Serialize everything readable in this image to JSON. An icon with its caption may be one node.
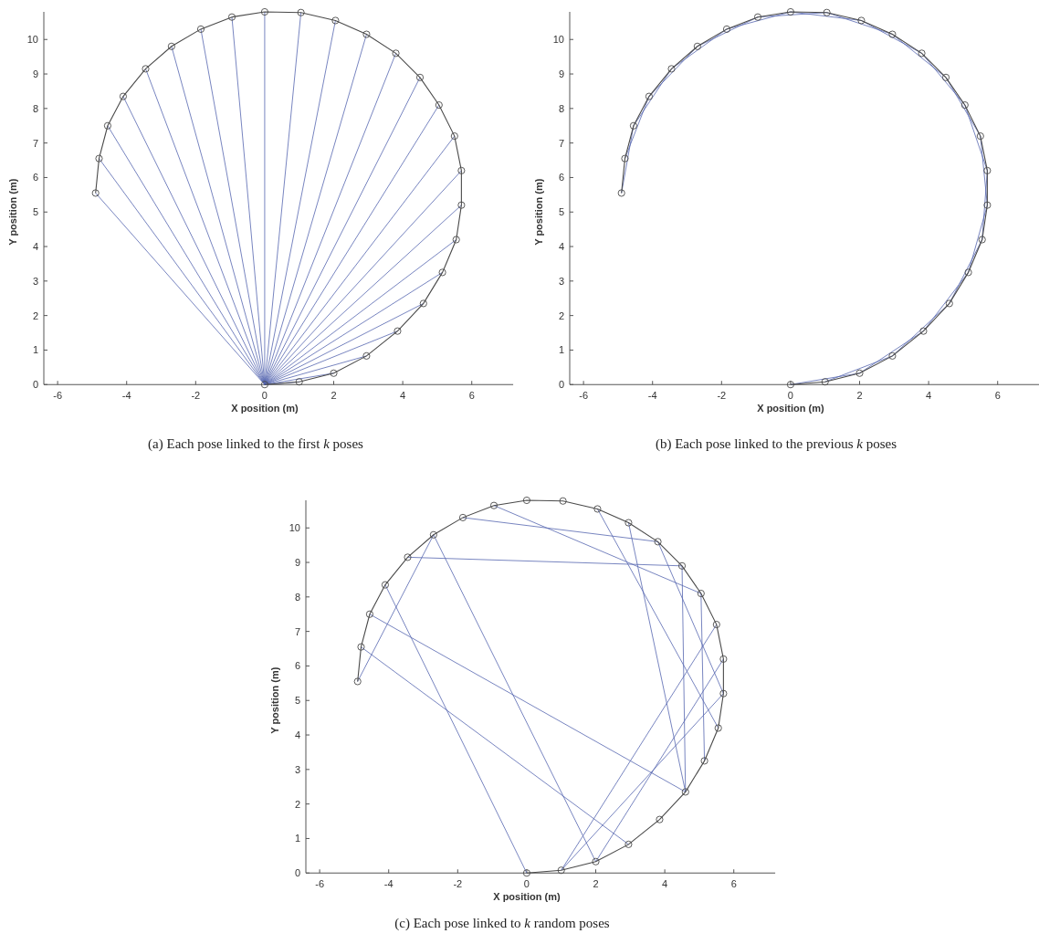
{
  "diagram": {
    "labels": [
      "(a) Each pose linked to the first *k* poses",
      "(b) Each pose linked to the previous *k* poses",
      "(c) Each pose linked to *k* random poses"
    ],
    "chart_data": [
      {
        "type": "line",
        "xlabel": "X position (m)",
        "ylabel": "Y position (m)",
        "xlim": [
          -6.4,
          7.2
        ],
        "ylim": [
          0,
          10.8
        ],
        "xticks": [
          -6,
          -4,
          -2,
          0,
          2,
          4,
          6
        ],
        "yticks": [
          0,
          1,
          2,
          3,
          4,
          5,
          6,
          7,
          8,
          9,
          10
        ],
        "x": [
          0,
          1,
          2,
          2.95,
          3.85,
          4.6,
          5.15,
          5.55,
          5.7,
          5.7,
          5.5,
          5.05,
          4.5,
          3.8,
          2.95,
          2.05,
          1.05,
          0,
          -0.95,
          -1.85,
          -2.7,
          -3.45,
          -4.1,
          -4.55,
          -4.8,
          -4.9
        ],
        "series": [
          {
            "color": "#4a4a4a",
            "marker": "circle",
            "values": [
              0,
              0.08,
              0.33,
              0.83,
              1.55,
              2.35,
              3.25,
              4.2,
              5.2,
              6.2,
              7.2,
              8.1,
              8.9,
              9.6,
              10.15,
              10.55,
              10.78,
              10.8,
              10.65,
              10.3,
              9.8,
              9.15,
              8.35,
              7.5,
              6.55,
              5.55
            ]
          },
          {
            "color": "#5566b0",
            "values": [
              0,
              0.08,
              null,
              null,
              null,
              null,
              null,
              null,
              null,
              null,
              null,
              null,
              null,
              null,
              null,
              null,
              null,
              null,
              null,
              null,
              null,
              null,
              null,
              null,
              null,
              null
            ]
          },
          {
            "color": "#5566b0",
            "values": [
              0,
              null,
              0.33,
              null,
              null,
              null,
              null,
              null,
              null,
              null,
              null,
              null,
              null,
              null,
              null,
              null,
              null,
              null,
              null,
              null,
              null,
              null,
              null,
              null,
              null,
              null
            ]
          },
          {
            "color": "#5566b0",
            "values": [
              0,
              null,
              null,
              0.83,
              null,
              null,
              null,
              null,
              null,
              null,
              null,
              null,
              null,
              null,
              null,
              null,
              null,
              null,
              null,
              null,
              null,
              null,
              null,
              null,
              null,
              null
            ]
          },
          {
            "color": "#5566b0",
            "values": [
              0,
              null,
              null,
              null,
              1.55,
              null,
              null,
              null,
              null,
              null,
              null,
              null,
              null,
              null,
              null,
              null,
              null,
              null,
              null,
              null,
              null,
              null,
              null,
              null,
              null,
              null
            ]
          },
          {
            "color": "#5566b0",
            "values": [
              0,
              null,
              null,
              null,
              null,
              2.35,
              null,
              null,
              null,
              null,
              null,
              null,
              null,
              null,
              null,
              null,
              null,
              null,
              null,
              null,
              null,
              null,
              null,
              null,
              null,
              null
            ]
          },
          {
            "color": "#5566b0",
            "values": [
              0,
              null,
              null,
              null,
              null,
              null,
              3.25,
              null,
              null,
              null,
              null,
              null,
              null,
              null,
              null,
              null,
              null,
              null,
              null,
              null,
              null,
              null,
              null,
              null,
              null,
              null
            ]
          },
          {
            "color": "#5566b0",
            "values": [
              0,
              null,
              null,
              null,
              null,
              null,
              null,
              4.2,
              null,
              null,
              null,
              null,
              null,
              null,
              null,
              null,
              null,
              null,
              null,
              null,
              null,
              null,
              null,
              null,
              null,
              null
            ]
          },
          {
            "color": "#5566b0",
            "values": [
              0,
              null,
              null,
              null,
              null,
              null,
              null,
              null,
              5.2,
              null,
              null,
              null,
              null,
              null,
              null,
              null,
              null,
              null,
              null,
              null,
              null,
              null,
              null,
              null,
              null,
              null
            ]
          },
          {
            "color": "#5566b0",
            "values": [
              0,
              null,
              null,
              null,
              null,
              null,
              null,
              null,
              null,
              6.2,
              null,
              null,
              null,
              null,
              null,
              null,
              null,
              null,
              null,
              null,
              null,
              null,
              null,
              null,
              null,
              null
            ]
          },
          {
            "color": "#5566b0",
            "values": [
              0,
              null,
              null,
              null,
              null,
              null,
              null,
              null,
              null,
              null,
              7.2,
              null,
              null,
              null,
              null,
              null,
              null,
              null,
              null,
              null,
              null,
              null,
              null,
              null,
              null,
              null
            ]
          },
          {
            "color": "#5566b0",
            "values": [
              0,
              null,
              null,
              null,
              null,
              null,
              null,
              null,
              null,
              null,
              null,
              8.1,
              null,
              null,
              null,
              null,
              null,
              null,
              null,
              null,
              null,
              null,
              null,
              null,
              null,
              null
            ]
          },
          {
            "color": "#5566b0",
            "values": [
              0,
              null,
              null,
              null,
              null,
              null,
              null,
              null,
              null,
              null,
              null,
              null,
              8.9,
              null,
              null,
              null,
              null,
              null,
              null,
              null,
              null,
              null,
              null,
              null,
              null,
              null
            ]
          },
          {
            "color": "#5566b0",
            "values": [
              0,
              null,
              null,
              null,
              null,
              null,
              null,
              null,
              null,
              null,
              null,
              null,
              null,
              9.6,
              null,
              null,
              null,
              null,
              null,
              null,
              null,
              null,
              null,
              null,
              null,
              null
            ]
          },
          {
            "color": "#5566b0",
            "values": [
              0,
              null,
              null,
              null,
              null,
              null,
              null,
              null,
              null,
              null,
              null,
              null,
              null,
              null,
              10.15,
              null,
              null,
              null,
              null,
              null,
              null,
              null,
              null,
              null,
              null,
              null
            ]
          },
          {
            "color": "#5566b0",
            "values": [
              0,
              null,
              null,
              null,
              null,
              null,
              null,
              null,
              null,
              null,
              null,
              null,
              null,
              null,
              null,
              10.55,
              null,
              null,
              null,
              null,
              null,
              null,
              null,
              null,
              null,
              null
            ]
          },
          {
            "color": "#5566b0",
            "values": [
              0,
              null,
              null,
              null,
              null,
              null,
              null,
              null,
              null,
              null,
              null,
              null,
              null,
              null,
              null,
              null,
              10.78,
              null,
              null,
              null,
              null,
              null,
              null,
              null,
              null,
              null
            ]
          },
          {
            "color": "#5566b0",
            "values": [
              0,
              null,
              null,
              null,
              null,
              null,
              null,
              null,
              null,
              null,
              null,
              null,
              null,
              null,
              null,
              null,
              null,
              10.8,
              null,
              null,
              null,
              null,
              null,
              null,
              null,
              null
            ]
          },
          {
            "color": "#5566b0",
            "values": [
              0,
              null,
              null,
              null,
              null,
              null,
              null,
              null,
              null,
              null,
              null,
              null,
              null,
              null,
              null,
              null,
              null,
              null,
              10.65,
              null,
              null,
              null,
              null,
              null,
              null,
              null
            ]
          },
          {
            "color": "#5566b0",
            "values": [
              0,
              null,
              null,
              null,
              null,
              null,
              null,
              null,
              null,
              null,
              null,
              null,
              null,
              null,
              null,
              null,
              null,
              null,
              null,
              10.3,
              null,
              null,
              null,
              null,
              null,
              null
            ]
          },
          {
            "color": "#5566b0",
            "values": [
              0,
              null,
              null,
              null,
              null,
              null,
              null,
              null,
              null,
              null,
              null,
              null,
              null,
              null,
              null,
              null,
              null,
              null,
              null,
              null,
              9.8,
              null,
              null,
              null,
              null,
              null
            ]
          },
          {
            "color": "#5566b0",
            "values": [
              0,
              null,
              null,
              null,
              null,
              null,
              null,
              null,
              null,
              null,
              null,
              null,
              null,
              null,
              null,
              null,
              null,
              null,
              null,
              null,
              null,
              9.15,
              null,
              null,
              null,
              null
            ]
          },
          {
            "color": "#5566b0",
            "values": [
              0,
              null,
              null,
              null,
              null,
              null,
              null,
              null,
              null,
              null,
              null,
              null,
              null,
              null,
              null,
              null,
              null,
              null,
              null,
              null,
              null,
              null,
              8.35,
              null,
              null,
              null
            ]
          },
          {
            "color": "#5566b0",
            "values": [
              0,
              null,
              null,
              null,
              null,
              null,
              null,
              null,
              null,
              null,
              null,
              null,
              null,
              null,
              null,
              null,
              null,
              null,
              null,
              null,
              null,
              null,
              null,
              7.5,
              null,
              null
            ]
          },
          {
            "color": "#5566b0",
            "values": [
              0,
              null,
              null,
              null,
              null,
              null,
              null,
              null,
              null,
              null,
              null,
              null,
              null,
              null,
              null,
              null,
              null,
              null,
              null,
              null,
              null,
              null,
              null,
              null,
              6.55,
              null
            ]
          },
          {
            "color": "#5566b0",
            "values": [
              0,
              null,
              null,
              null,
              null,
              null,
              null,
              null,
              null,
              null,
              null,
              null,
              null,
              null,
              null,
              null,
              null,
              null,
              null,
              null,
              null,
              null,
              null,
              null,
              null,
              5.55
            ]
          }
        ]
      },
      {
        "type": "line",
        "xlabel": "X position (m)",
        "ylabel": "Y position (m)",
        "xlim": [
          -6.4,
          7.2
        ],
        "ylim": [
          0,
          10.8
        ],
        "xticks": [
          -6,
          -4,
          -2,
          0,
          2,
          4,
          6
        ],
        "yticks": [
          0,
          1,
          2,
          3,
          4,
          5,
          6,
          7,
          8,
          9,
          10
        ],
        "x": [
          0,
          1,
          2,
          2.95,
          3.85,
          4.6,
          5.15,
          5.55,
          5.7,
          5.7,
          5.5,
          5.05,
          4.5,
          3.8,
          2.95,
          2.05,
          1.05,
          0,
          -0.95,
          -1.85,
          -2.7,
          -3.45,
          -4.1,
          -4.55,
          -4.8,
          -4.9
        ],
        "series": [
          {
            "color": "#4a4a4a",
            "marker": "circle",
            "values": [
              0,
              0.08,
              0.33,
              0.83,
              1.55,
              2.35,
              3.25,
              4.2,
              5.2,
              6.2,
              7.2,
              8.1,
              8.9,
              9.6,
              10.15,
              10.55,
              10.78,
              10.8,
              10.65,
              10.3,
              9.8,
              9.15,
              8.35,
              7.5,
              6.55,
              5.55
            ]
          },
          {
            "color": "#5566b0",
            "values": [
              0,
              null,
              0.33,
              null,
              1.55,
              null,
              3.25,
              null,
              5.2,
              null,
              7.2,
              null,
              8.9,
              null,
              10.15,
              null,
              10.78,
              null,
              10.65,
              null,
              9.8,
              null,
              8.35,
              null,
              6.55,
              null
            ]
          },
          {
            "color": "#5566b0",
            "values": [
              null,
              0.08,
              null,
              0.83,
              null,
              2.35,
              null,
              4.2,
              null,
              6.2,
              null,
              8.1,
              null,
              9.6,
              null,
              10.55,
              null,
              10.8,
              null,
              10.3,
              null,
              9.15,
              null,
              7.5,
              null,
              5.55
            ]
          }
        ]
      },
      {
        "type": "line",
        "xlabel": "X position (m)",
        "ylabel": "Y position (m)",
        "xlim": [
          -6.4,
          7.2
        ],
        "ylim": [
          0,
          10.8
        ],
        "xticks": [
          -6,
          -4,
          -2,
          0,
          2,
          4,
          6
        ],
        "yticks": [
          0,
          1,
          2,
          3,
          4,
          5,
          6,
          7,
          8,
          9,
          10
        ],
        "x": [
          0,
          1,
          2,
          2.95,
          3.85,
          4.6,
          5.15,
          5.55,
          5.7,
          5.7,
          5.5,
          5.05,
          4.5,
          3.8,
          2.95,
          2.05,
          1.05,
          0,
          -0.95,
          -1.85,
          -2.7,
          -3.45,
          -4.1,
          -4.55,
          -4.8,
          -4.9
        ],
        "series": [
          {
            "color": "#4a4a4a",
            "marker": "circle",
            "values": [
              0,
              0.08,
              0.33,
              0.83,
              1.55,
              2.35,
              3.25,
              4.2,
              5.2,
              6.2,
              7.2,
              8.1,
              8.9,
              9.6,
              10.15,
              10.55,
              10.78,
              10.8,
              10.65,
              10.3,
              9.8,
              9.15,
              8.35,
              7.5,
              6.55,
              5.55
            ]
          },
          {
            "color": "#5566b0",
            "values": [
              null,
              null,
              null,
              null,
              null,
              null,
              null,
              null,
              null,
              null,
              null,
              null,
              null,
              null,
              null,
              null,
              null,
              null,
              null,
              null,
              9.8,
              null,
              null,
              null,
              null,
              5.55
            ]
          },
          {
            "color": "#5566b0",
            "values": [
              null,
              null,
              null,
              0.83,
              null,
              null,
              null,
              null,
              null,
              null,
              null,
              null,
              null,
              null,
              null,
              null,
              null,
              null,
              null,
              null,
              null,
              null,
              null,
              null,
              6.55,
              null
            ]
          },
          {
            "color": "#5566b0",
            "values": [
              null,
              null,
              null,
              null,
              null,
              2.35,
              null,
              null,
              null,
              null,
              null,
              null,
              null,
              null,
              null,
              null,
              null,
              null,
              null,
              null,
              null,
              null,
              null,
              7.5,
              null,
              null
            ]
          },
          {
            "color": "#5566b0",
            "values": [
              0,
              null,
              null,
              null,
              null,
              null,
              null,
              null,
              null,
              null,
              null,
              null,
              null,
              null,
              null,
              null,
              null,
              null,
              null,
              null,
              null,
              null,
              8.35,
              null,
              null,
              null
            ]
          },
          {
            "color": "#5566b0",
            "values": [
              null,
              null,
              0.33,
              null,
              null,
              null,
              null,
              null,
              null,
              null,
              null,
              null,
              null,
              null,
              null,
              null,
              null,
              null,
              null,
              null,
              9.8,
              null,
              null,
              null,
              null,
              null
            ]
          },
          {
            "color": "#5566b0",
            "values": [
              null,
              null,
              null,
              null,
              null,
              null,
              null,
              null,
              null,
              null,
              null,
              null,
              8.9,
              null,
              null,
              null,
              null,
              null,
              null,
              null,
              null,
              9.15,
              null,
              null,
              null,
              null
            ]
          },
          {
            "color": "#5566b0",
            "values": [
              null,
              null,
              null,
              null,
              null,
              null,
              null,
              null,
              null,
              null,
              null,
              null,
              null,
              9.6,
              null,
              null,
              null,
              null,
              null,
              10.3,
              null,
              null,
              null,
              null,
              null,
              null
            ]
          },
          {
            "color": "#5566b0",
            "values": [
              null,
              null,
              null,
              null,
              null,
              null,
              null,
              null,
              null,
              null,
              null,
              8.1,
              null,
              null,
              null,
              null,
              null,
              null,
              10.65,
              null,
              null,
              null,
              null,
              null,
              null,
              null
            ]
          },
          {
            "color": "#5566b0",
            "values": [
              null,
              null,
              null,
              null,
              null,
              null,
              null,
              4.2,
              null,
              null,
              null,
              null,
              null,
              null,
              null,
              10.55,
              null,
              null,
              null,
              null,
              null,
              null,
              null,
              null,
              null,
              null
            ]
          },
          {
            "color": "#5566b0",
            "values": [
              null,
              null,
              null,
              null,
              null,
              2.35,
              null,
              null,
              null,
              null,
              null,
              null,
              null,
              null,
              10.15,
              null,
              null,
              null,
              null,
              null,
              null,
              null,
              null,
              null,
              null,
              null
            ]
          },
          {
            "color": "#5566b0",
            "values": [
              null,
              null,
              null,
              null,
              null,
              null,
              null,
              null,
              5.2,
              null,
              null,
              null,
              null,
              9.6,
              null,
              null,
              null,
              null,
              null,
              null,
              null,
              null,
              null,
              null,
              null,
              null
            ]
          },
          {
            "color": "#5566b0",
            "values": [
              null,
              null,
              null,
              null,
              null,
              2.35,
              null,
              null,
              null,
              null,
              null,
              null,
              8.9,
              null,
              null,
              null,
              null,
              null,
              null,
              null,
              null,
              null,
              null,
              null,
              null,
              null
            ]
          },
          {
            "color": "#5566b0",
            "values": [
              null,
              null,
              null,
              null,
              null,
              null,
              3.25,
              null,
              null,
              null,
              null,
              8.1,
              null,
              null,
              null,
              null,
              null,
              null,
              null,
              null,
              null,
              null,
              null,
              null,
              null,
              null
            ]
          },
          {
            "color": "#5566b0",
            "values": [
              null,
              0.08,
              null,
              null,
              null,
              null,
              null,
              null,
              null,
              null,
              7.2,
              null,
              null,
              null,
              null,
              null,
              null,
              null,
              null,
              null,
              null,
              null,
              null,
              null,
              null,
              null
            ]
          },
          {
            "color": "#5566b0",
            "values": [
              null,
              null,
              0.33,
              null,
              null,
              null,
              null,
              null,
              null,
              6.2,
              null,
              null,
              null,
              null,
              null,
              null,
              null,
              null,
              null,
              null,
              null,
              null,
              null,
              null,
              null,
              null
            ]
          },
          {
            "color": "#5566b0",
            "values": [
              null,
              0.08,
              null,
              null,
              null,
              null,
              null,
              null,
              5.2,
              null,
              null,
              null,
              null,
              null,
              null,
              null,
              null,
              null,
              null,
              null,
              null,
              null,
              null,
              null,
              null,
              null
            ]
          }
        ]
      }
    ]
  }
}
